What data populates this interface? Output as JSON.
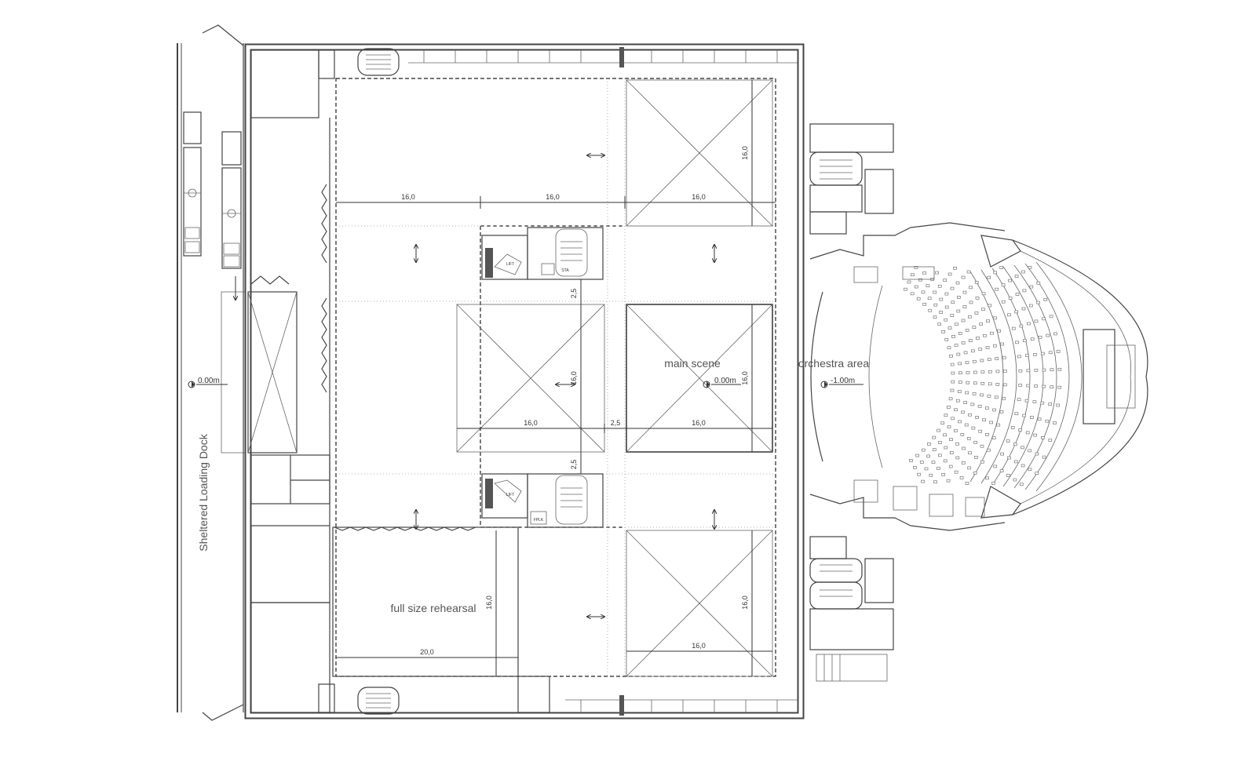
{
  "labels": {
    "loading_dock": "Sheltered Loading Dock",
    "main_scene": "main scene",
    "orchestra_area": "orchestra area",
    "rehearsal": "full size rehearsal"
  },
  "elevations": {
    "dock": "0.00m",
    "main_scene": "0.00m",
    "orchestra": "-1.00m"
  },
  "dimensions": {
    "d16": "16,0",
    "d25": "2,5",
    "d20": "20,0"
  },
  "small_labels": {
    "sta": "STA",
    "fplk": "FPLK",
    "lift": "LIFT"
  }
}
